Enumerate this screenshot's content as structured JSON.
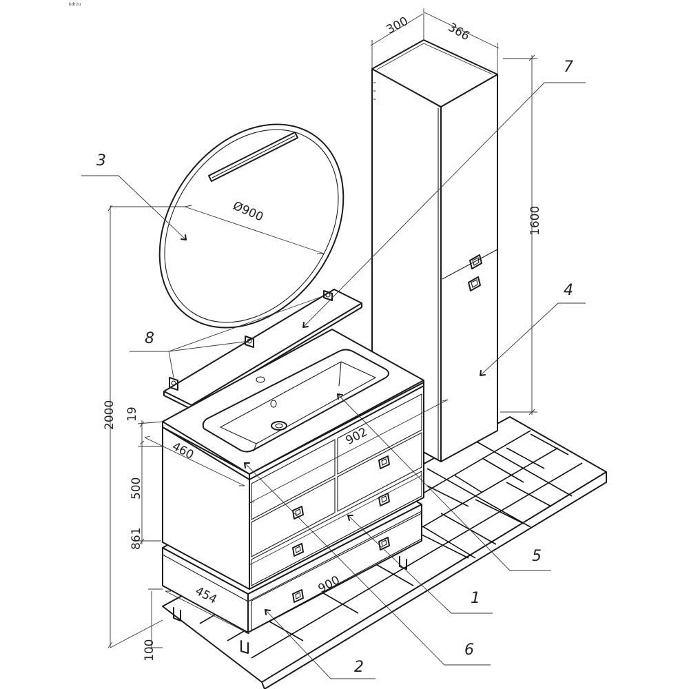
{
  "corner_mark": "kdr.ru",
  "dimensions": {
    "column_depth": "300",
    "column_width": "366",
    "column_height": "1600",
    "mirror_diameter": "Ø900",
    "total_height": "2000",
    "top_thickness": "19",
    "cabinet_depth": "460",
    "cabinet_height": "500",
    "basin_width": "902",
    "unit_height": "861",
    "base_width": "900",
    "base_depth": "454",
    "leg_height": "100"
  },
  "callouts": [
    "1",
    "2",
    "3",
    "4",
    "5",
    "6",
    "7",
    "8"
  ]
}
